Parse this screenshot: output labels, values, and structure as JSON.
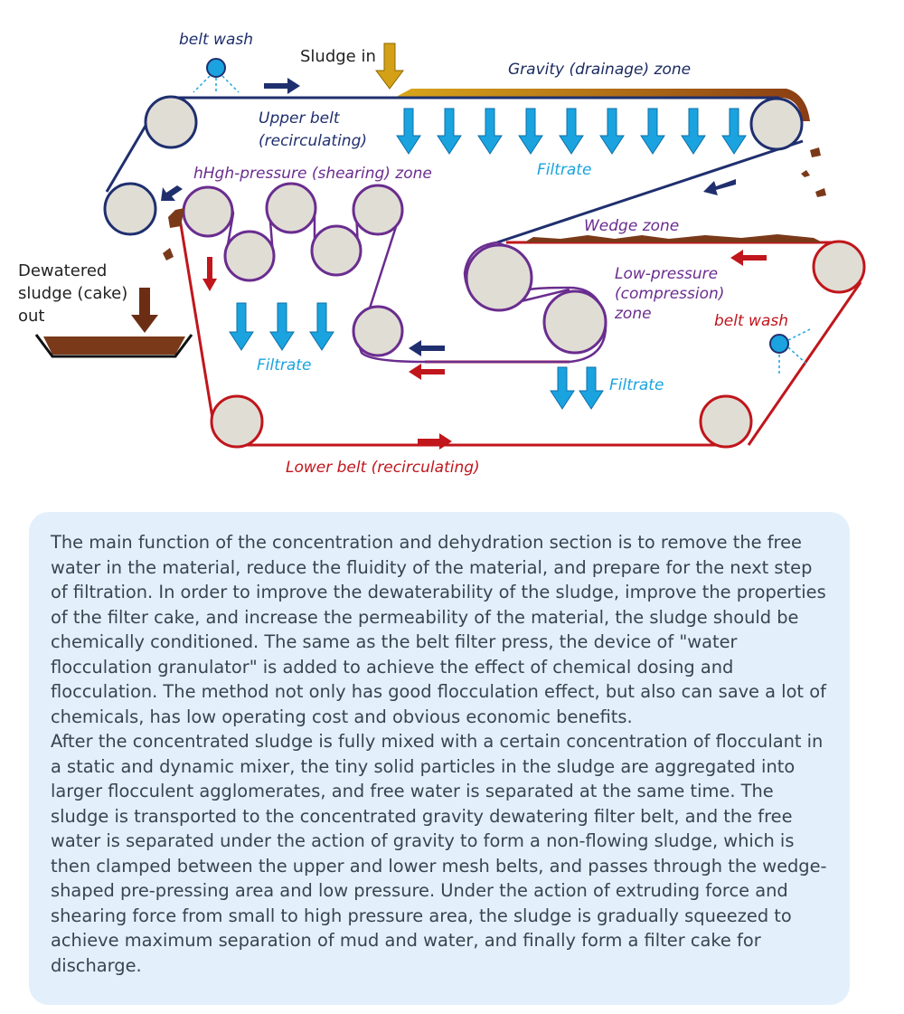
{
  "diagram": {
    "labels": {
      "belt_wash_top": "belt wash",
      "sludge_in": "Sludge in",
      "gravity_zone": "Gravity (drainage) zone",
      "upper_belt_line1": "Upper belt",
      "upper_belt_line2": "(recirculating)",
      "high_pressure_zone": "hHgh-pressure (shearing) zone",
      "filtrate_top": "Filtrate",
      "wedge_zone": "Wedge zone",
      "dewatered_line1": "Dewatered",
      "dewatered_line2": "sludge (cake)",
      "dewatered_line3": "out",
      "low_pressure_line1": "Low-pressure",
      "low_pressure_line2": "(compression)",
      "low_pressure_line3": "zone",
      "belt_wash_right": "belt wash",
      "filtrate_left": "Filtrate",
      "filtrate_right": "Filtrate",
      "lower_belt": "Lower belt (recirculating)"
    },
    "colors": {
      "upper_belt": "#1f2f6e",
      "lower_belt": "#c0161c",
      "press_belt": "#6a2d8f",
      "roller_fill": "#e0ddd5",
      "filtrate_arrow": "#1aa3df",
      "filtrate_text": "#1aa3df",
      "sludge": "#7a3a1a",
      "sludge_in_arrow": "#d4a017",
      "gravity_label": "#1a2a5e"
    }
  },
  "description": {
    "paragraph1": "The main function of the concentration and dehydration section is to remove the free water in the material, reduce the fluidity of the material, and prepare for the next step of filtration. In order to improve the dewaterability of the sludge, improve the properties of the filter cake, and increase the permeability of the material, the sludge should be chemically conditioned. The same as the belt filter press, the device of \"water flocculation granulator\" is added to achieve the effect of chemical dosing and flocculation. The method not only has good flocculation effect, but also can save a lot of chemicals, has low operating cost and obvious economic benefits.",
    "paragraph2": "After the concentrated sludge is fully mixed with a certain concentration of flocculant in a static and dynamic mixer, the tiny solid particles in the sludge are aggregated into larger flocculent agglomerates, and free water is separated at the same time. The sludge is transported to the concentrated gravity dewatering filter belt, and the free water is separated under the action of gravity to form a non-flowing sludge, which is then clamped between the upper and lower mesh belts, and passes through the wedge-shaped pre-pressing area and low pressure. Under the action of extruding force and shearing force from small to high pressure area, the sludge is gradually squeezed to achieve maximum separation of mud and water, and finally form a filter cake for discharge."
  }
}
